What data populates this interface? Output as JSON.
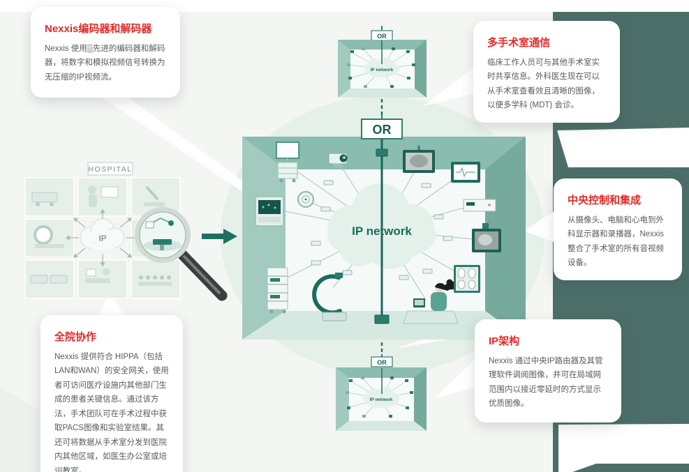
{
  "colors": {
    "accent_red": "#e42a28",
    "dark_teal_panel": "#4c6e69",
    "diagram_teal": "#2c7c6e",
    "wall_teal": "#8abcb0",
    "pale_green_halo": "#e5f0e9"
  },
  "callouts": {
    "encoders": {
      "title": "Nexxis编码器和解码器",
      "body": "Nexxis 使用▒先进的编码器和解码器，将数字和模拟视频信号转换为无压缩的IP视频流。"
    },
    "multi_or": {
      "title": "多手术室通信",
      "body": "临床工作人员可与其他手术室实时共享信息。外科医生现在可以从手术室查看效且清晰的图像，以便多学科 (MDT) 会诊。"
    },
    "central_control": {
      "title": "中央控制和集成",
      "body": "从摄像头、电脑和心电到外科显示器和录播器，Nexxis整合了手术室的所有音视频设备。"
    },
    "hospital_wide": {
      "title": "全院协作",
      "body": "Nexxis 提供符合 HIPPA（包括LAN和WAN）的安全网关，使用者可访问医疗设施内其他部门生成的患者关键信息。通过该方法，手术团队可在手术过程中获取PACS图像和实验室结果。其还可将数据从手术室分发到医院内其他区域，如医生办公室或培训教室。"
    },
    "ip_architecture": {
      "title": "IP架构",
      "body": "Nexxis 通过中央IP路由器及其管理软件调阅图像，并可在局域网范围内以接近零延时的方式显示优质图像。"
    }
  },
  "diagram": {
    "hospital": {
      "label": "HOSPITAL",
      "cloud_label": "IP",
      "cells": [
        "ambulance",
        "clinician-workstation",
        "microscope",
        "ct-scanner",
        "ip-cloud",
        "operating-room-magnified",
        "patient-ward",
        "radiology-office",
        "conference-room"
      ]
    },
    "main_or": {
      "label": "OR",
      "network_label": "IP network",
      "devices": [
        "monitor-cart",
        "ptz-camera",
        "surgical-display",
        "ecg-monitor",
        "patient-monitor",
        "surgical-light-camera",
        "video-processor",
        "xray-display",
        "equipment-rack",
        "c-arm",
        "clinician-desk",
        "xray-viewer"
      ]
    },
    "mini_or_top": {
      "label": "OR",
      "network_label": "IP network"
    },
    "mini_or_bottom": {
      "label": "OR",
      "network_label": "IP network"
    }
  }
}
